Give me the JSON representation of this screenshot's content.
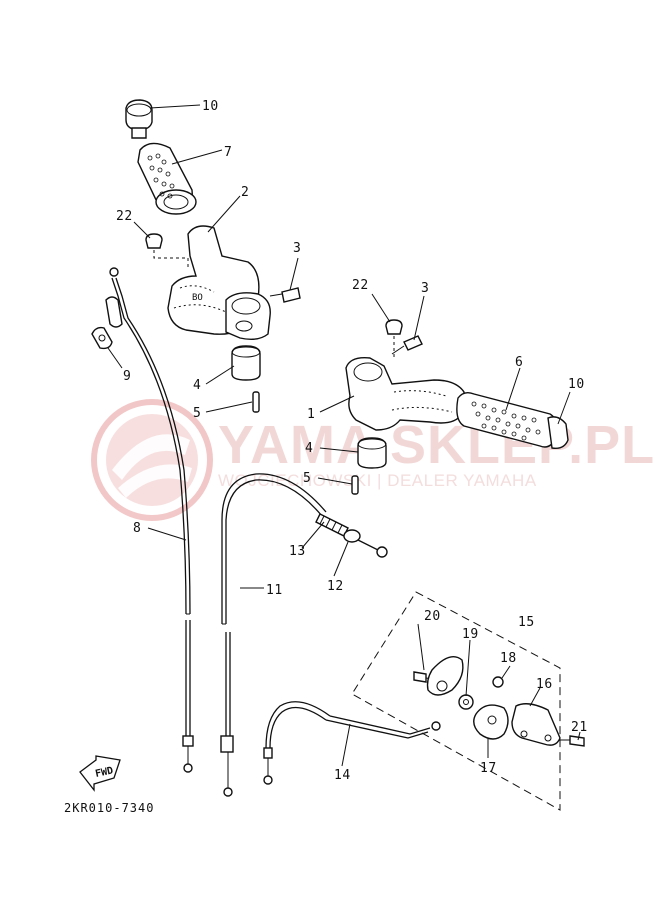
{
  "diagram": {
    "part_code": "2KR010-7340",
    "fwd_label": "FWD",
    "watermark": {
      "main": "YAMA SKLEP.PL",
      "sub": "WOJCIECHOWSKI | DEALER YAMAHA",
      "color": "#e03030"
    },
    "callouts": {
      "c10a": "10",
      "c7": "7",
      "c2": "2",
      "c22a": "22",
      "c3a": "3",
      "c9": "9",
      "c4a": "4",
      "c5a": "5",
      "c22b": "22",
      "c3b": "3",
      "c6": "6",
      "c10b": "10",
      "c1": "1",
      "c4b": "4",
      "c5b": "5",
      "c8": "8",
      "c13": "13",
      "c12": "12",
      "c11": "11",
      "c15": "15",
      "c20": "20",
      "c19": "19",
      "c18": "18",
      "c16": "16",
      "c21": "21",
      "c17": "17",
      "c14": "14"
    }
  }
}
